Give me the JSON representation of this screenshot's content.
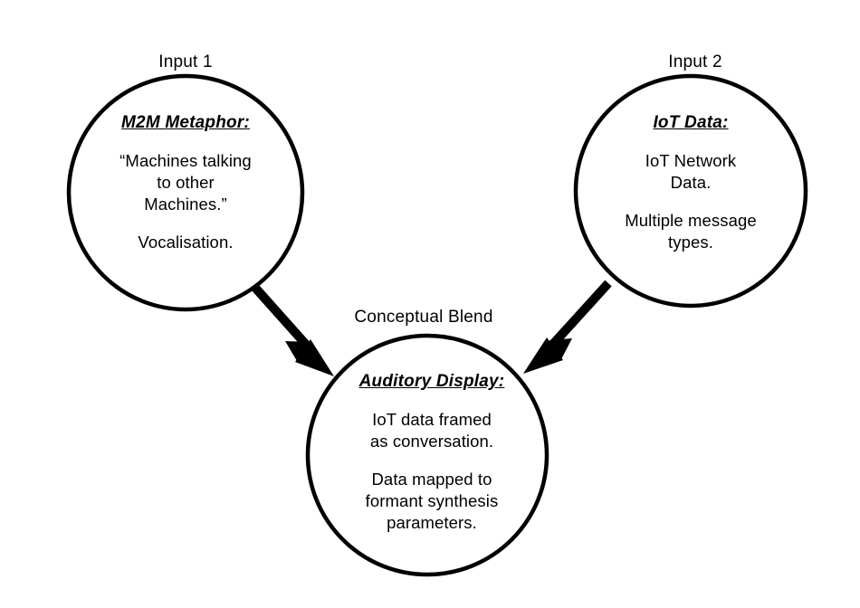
{
  "diagram": {
    "title": "Conceptual Blend",
    "stroke_color": "#000000",
    "background_color": "#ffffff",
    "nodes": [
      {
        "id": "input-1",
        "outer_label": "Input 1",
        "heading": "M2M Metaphor:",
        "body_lines": [
          "“Machines talking",
          "to other",
          "Machines.”"
        ],
        "body_lines_2": [
          "Vocalisation."
        ]
      },
      {
        "id": "input-2",
        "outer_label": "Input 2",
        "heading": "IoT Data:",
        "body_lines": [
          "IoT Network",
          "Data."
        ],
        "body_lines_2": [
          "Multiple message",
          "types."
        ]
      },
      {
        "id": "blend",
        "outer_label": "Conceptual Blend",
        "heading": "Auditory Display:",
        "body_lines": [
          "IoT data framed",
          "as conversation."
        ],
        "body_lines_2": [
          "Data mapped to",
          "formant synthesis",
          "parameters."
        ]
      }
    ],
    "arrows": [
      {
        "id": "arrow-input1-to-blend",
        "from": "input-1",
        "to": "blend"
      },
      {
        "id": "arrow-input2-to-blend",
        "from": "input-2",
        "to": "blend"
      }
    ]
  }
}
